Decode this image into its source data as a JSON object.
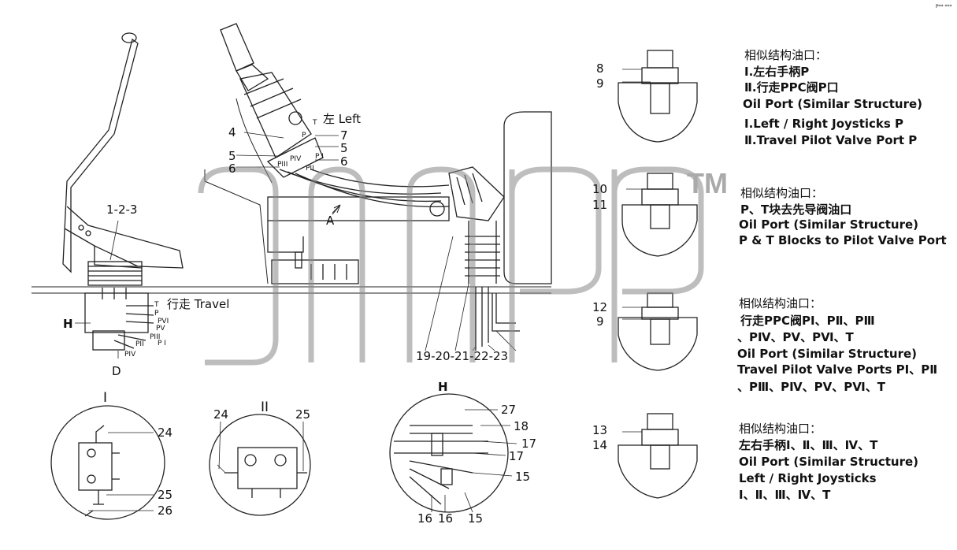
{
  "corner_mark": "P** ***",
  "watermark": {
    "text": "3ncp",
    "tm": "TM"
  },
  "main_view": {
    "labels": {
      "p123": "1-2-3",
      "p4": "4",
      "p7": "7",
      "p5a": "5",
      "p5b": "5",
      "p6a": "6",
      "p6b": "6",
      "left": "左 Left",
      "travel": "行走 Travel",
      "arrowA": "A",
      "H": "H",
      "D": "D",
      "bottom_row": "19-20-21-22-23"
    },
    "port_labels": {
      "T1": "T",
      "P1": "P",
      "PI1": "P I",
      "PII1": "PII",
      "PIII1": "PIII",
      "PIV1": "PIV",
      "T2": "T",
      "P2": "P",
      "PVI2": "PVI",
      "PV2": "PV",
      "PIII2": "PIII",
      "PII2": "PII",
      "PI2": "P I",
      "PIV2": "PIV",
      "Ttop": "T"
    }
  },
  "detail_I": {
    "title": "I",
    "labels": {
      "n24": "24",
      "n25": "25",
      "n26": "26"
    }
  },
  "detail_II": {
    "title": "II",
    "labels": {
      "n24": "24",
      "n25": "25"
    }
  },
  "detail_H": {
    "title": "H",
    "labels": {
      "n27": "27",
      "n18": "18",
      "n17a": "17",
      "n17b": "17",
      "n15a": "15",
      "n16a": "16",
      "n16b": "16",
      "n15b": "15"
    }
  },
  "sections": [
    {
      "nums": [
        "8",
        "9"
      ],
      "lines": [
        "相似结构油口：",
        "Ⅰ.左右手柄P",
        "Ⅱ.行走PPC阀P口",
        "Oil Port (Similar Structure)",
        "Ⅰ.Left / Right Joysticks P",
        "Ⅱ.Travel Pilot Valve Port P"
      ]
    },
    {
      "nums": [
        "10",
        "11"
      ],
      "lines": [
        "相似结构油口：",
        "P、T块去先导阀油口",
        "Oil Port (Similar Structure)",
        "P & T Blocks to Pilot Valve Port"
      ]
    },
    {
      "nums": [
        "12",
        "9"
      ],
      "lines": [
        "相似结构油口：",
        "行走PPC阀PⅠ、PⅡ、PⅢ",
        "、PⅣ、PⅤ、PⅥ、T",
        "Oil Port (Similar Structure)",
        "Travel Pilot Valve Ports PⅠ、PⅡ",
        "、PⅢ、PⅣ、PⅤ、PⅥ、T"
      ]
    },
    {
      "nums": [
        "13",
        "14"
      ],
      "lines": [
        "相似结构油口：",
        "左右手柄Ⅰ、Ⅱ、Ⅲ、Ⅳ、T",
        "Oil Port (Similar Structure)",
        "Left / Right Joysticks",
        "Ⅰ、Ⅱ、Ⅲ、Ⅳ、T"
      ]
    }
  ]
}
